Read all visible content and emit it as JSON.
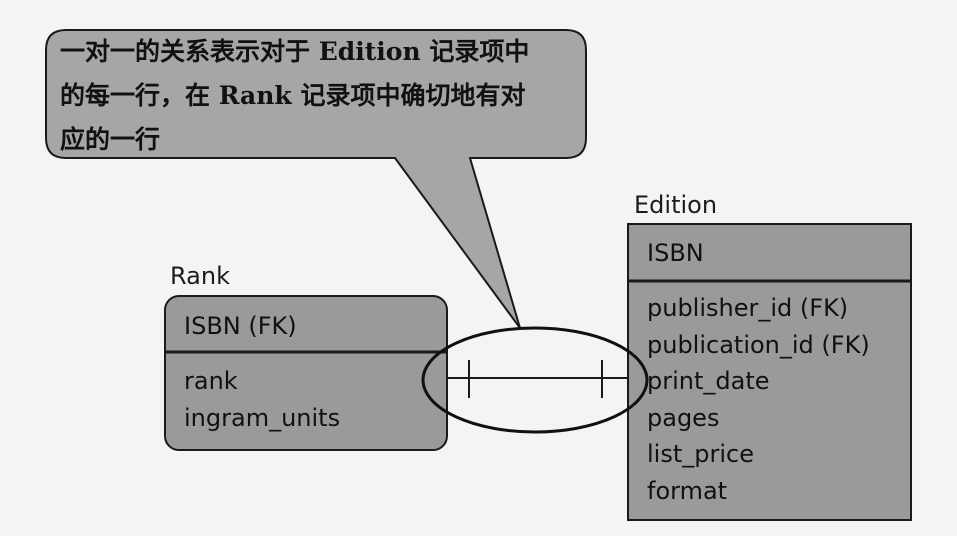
{
  "callout": {
    "lines": [
      "一对一的关系表示对于 Edition 记录项中",
      "的每一行，在 Rank 记录项中确切地有对",
      "应的一行"
    ]
  },
  "entities": {
    "rank": {
      "name": "Rank",
      "key": "ISBN (FK)",
      "attributes": [
        "rank",
        "ingram_units"
      ]
    },
    "edition": {
      "name": "Edition",
      "key": "ISBN",
      "attributes": [
        "publisher_id (FK)",
        "publication_id (FK)",
        "print_date",
        "pages",
        "list_price",
        "format"
      ]
    }
  },
  "colors": {
    "box_fill": "#9a9a9a",
    "callout_fill": "#a6a6a6",
    "stroke": "#1a1a1a",
    "background": "#f4f4f4"
  }
}
